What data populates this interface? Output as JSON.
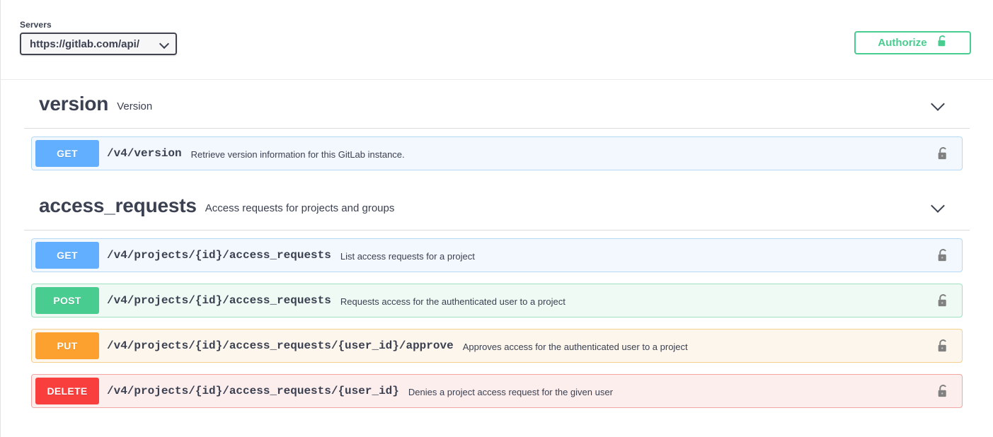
{
  "topbar": {
    "servers_label": "Servers",
    "server_selected": "https://gitlab.com/api/",
    "server_options": [
      "https://gitlab.com/api/"
    ],
    "authorize_label": "Authorize",
    "authorize_icon": "unlock-icon",
    "dropdown_icon": "chevron-down-icon",
    "accent_color": "#49cc90"
  },
  "sections": [
    {
      "name": "version",
      "description": "Version",
      "expand_icon": "chevron-down-icon",
      "operations": [
        {
          "method": "GET",
          "method_class": "get",
          "path": "/v4/version",
          "summary": "Retrieve version information for this GitLab instance.",
          "lock_icon": "unlock-icon",
          "method_color": "#61affe",
          "bg_color": "#f2f8fd",
          "border_color": "#b5d9f3"
        }
      ]
    },
    {
      "name": "access_requests",
      "description": "Access requests for projects and groups",
      "expand_icon": "chevron-down-icon",
      "operations": [
        {
          "method": "GET",
          "method_class": "get",
          "path": "/v4/projects/{id}/access_requests",
          "summary": "List access requests for a project",
          "lock_icon": "unlock-icon",
          "method_color": "#61affe",
          "bg_color": "#f2f8fd",
          "border_color": "#b5d9f3"
        },
        {
          "method": "POST",
          "method_class": "post",
          "path": "/v4/projects/{id}/access_requests",
          "summary": "Requests access for the authenticated user to a project",
          "lock_icon": "unlock-icon",
          "method_color": "#49cc90",
          "bg_color": "#effaf4",
          "border_color": "#9fe0c0"
        },
        {
          "method": "PUT",
          "method_class": "put",
          "path": "/v4/projects/{id}/access_requests/{user_id}/approve",
          "summary": "Approves access for the authenticated user to a project",
          "lock_icon": "unlock-icon",
          "method_color": "#fca130",
          "bg_color": "#fdf6ec",
          "border_color": "#f4cf8e"
        },
        {
          "method": "DELETE",
          "method_class": "delete",
          "path": "/v4/projects/{id}/access_requests/{user_id}",
          "summary": "Denies a project access request for the given user",
          "lock_icon": "unlock-icon",
          "method_color": "#f93e3e",
          "bg_color": "#fdeeee",
          "border_color": "#f2a5a5"
        }
      ]
    }
  ]
}
